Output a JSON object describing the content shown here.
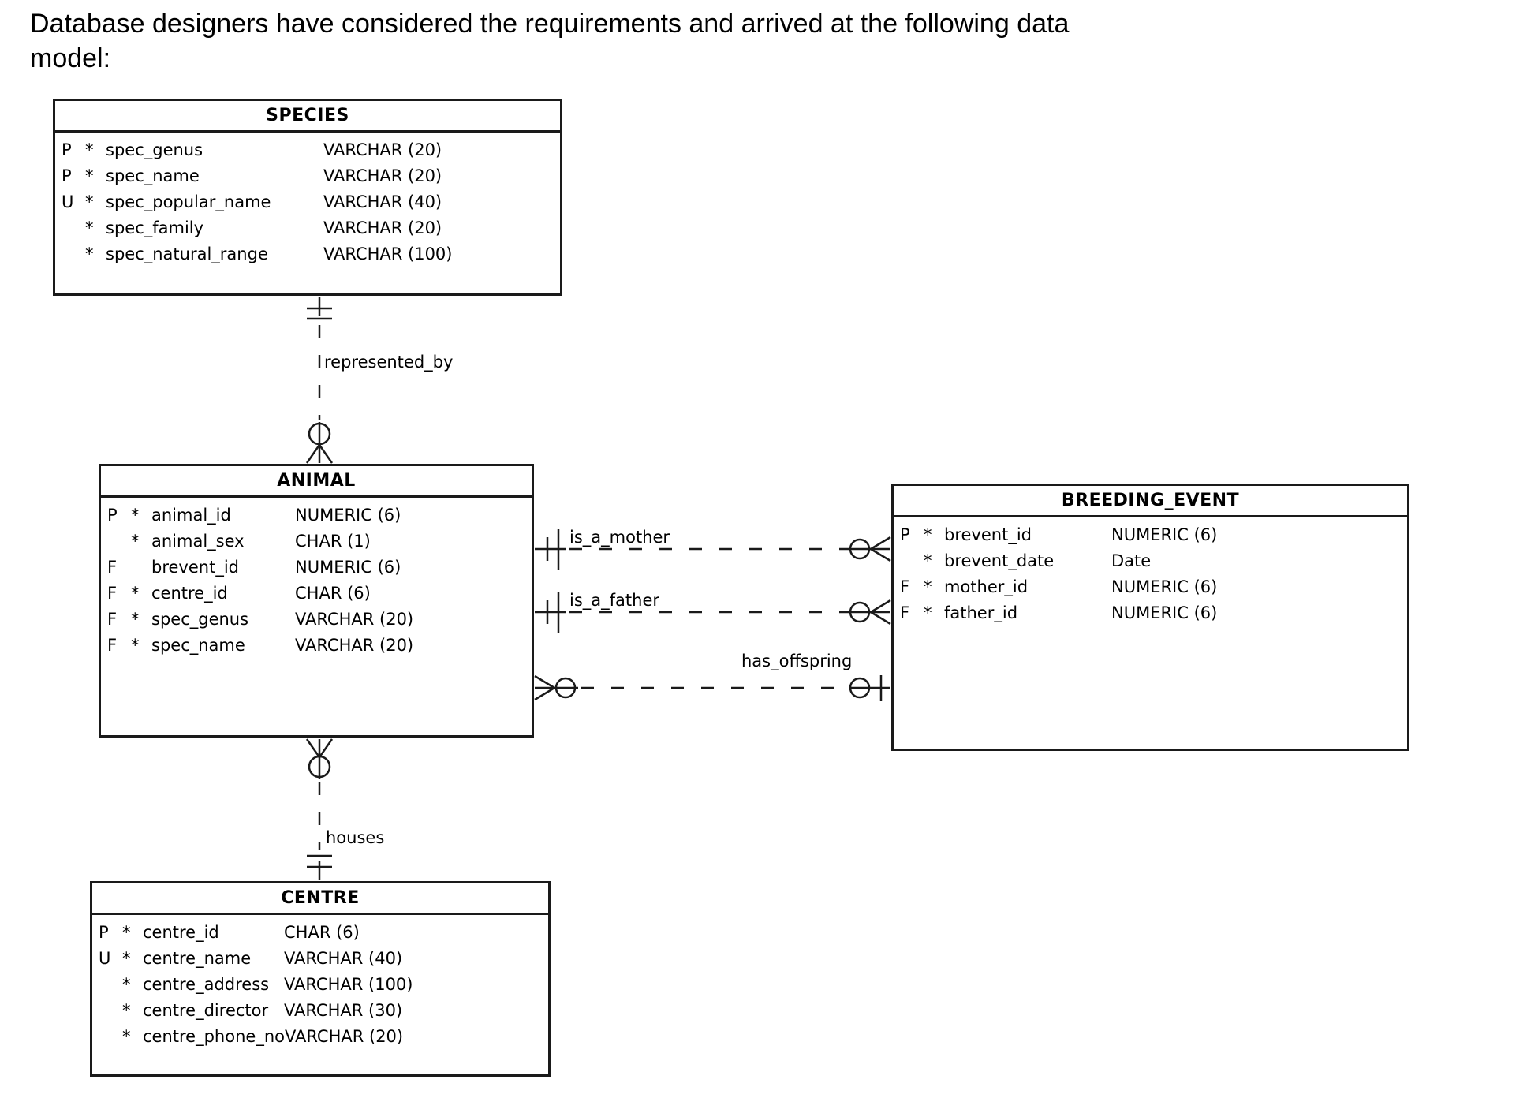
{
  "heading": {
    "line1": "Database designers have considered the requirements and arrived at the following data",
    "line2": "model:"
  },
  "colors": {
    "background": "#ffffff",
    "line": "#1a1a1a",
    "text": "#000000"
  },
  "entities": [
    {
      "name": "SPECIES",
      "attributes": [
        {
          "flag": "P",
          "req": "*",
          "name": "spec_genus",
          "type": "VARCHAR (20)"
        },
        {
          "flag": "P",
          "req": "*",
          "name": "spec_name",
          "type": "VARCHAR (20)"
        },
        {
          "flag": "U",
          "req": "*",
          "name": "spec_popular_name",
          "type": "VARCHAR (40)"
        },
        {
          "flag": "",
          "req": "*",
          "name": "spec_family",
          "type": "VARCHAR (20)"
        },
        {
          "flag": "",
          "req": "*",
          "name": "spec_natural_range",
          "type": "VARCHAR (100)"
        }
      ]
    },
    {
      "name": "ANIMAL",
      "attributes": [
        {
          "flag": "P",
          "req": "*",
          "name": "animal_id",
          "type": "NUMERIC (6)"
        },
        {
          "flag": "",
          "req": "*",
          "name": "animal_sex",
          "type": "CHAR (1)"
        },
        {
          "flag": "F",
          "req": "",
          "name": "brevent_id",
          "type": "NUMERIC (6)"
        },
        {
          "flag": "F",
          "req": "*",
          "name": "centre_id",
          "type": "CHAR (6)"
        },
        {
          "flag": "F",
          "req": "*",
          "name": "spec_genus",
          "type": "VARCHAR (20)"
        },
        {
          "flag": "F",
          "req": "*",
          "name": "spec_name",
          "type": "VARCHAR (20)"
        }
      ]
    },
    {
      "name": "BREEDING_EVENT",
      "attributes": [
        {
          "flag": "P",
          "req": "*",
          "name": "brevent_id",
          "type": "NUMERIC (6)"
        },
        {
          "flag": "",
          "req": "*",
          "name": "brevent_date",
          "type": "Date"
        },
        {
          "flag": "F",
          "req": "*",
          "name": "mother_id",
          "type": "NUMERIC (6)"
        },
        {
          "flag": "F",
          "req": "*",
          "name": "father_id",
          "type": "NUMERIC (6)"
        }
      ]
    },
    {
      "name": "CENTRE",
      "attributes": [
        {
          "flag": "P",
          "req": "*",
          "name": "centre_id",
          "type": "CHAR (6)"
        },
        {
          "flag": "U",
          "req": "*",
          "name": "centre_name",
          "type": "VARCHAR (40)"
        },
        {
          "flag": "",
          "req": "*",
          "name": "centre_address",
          "type": "VARCHAR (100)"
        },
        {
          "flag": "",
          "req": "*",
          "name": "centre_director",
          "type": "VARCHAR (30)"
        },
        {
          "flag": "",
          "req": "*",
          "name": "centre_phone_no",
          "type": "VARCHAR (20)"
        }
      ]
    }
  ],
  "relationships": [
    {
      "label": "represented_by",
      "from": "SPECIES",
      "to": "ANIMAL"
    },
    {
      "label": "is_a_mother",
      "from": "ANIMAL",
      "to": "BREEDING_EVENT"
    },
    {
      "label": "is_a_father",
      "from": "ANIMAL",
      "to": "BREEDING_EVENT"
    },
    {
      "label": "has_offspring",
      "from": "ANIMAL",
      "to": "BREEDING_EVENT"
    },
    {
      "label": "houses",
      "from": "CENTRE",
      "to": "ANIMAL"
    }
  ]
}
